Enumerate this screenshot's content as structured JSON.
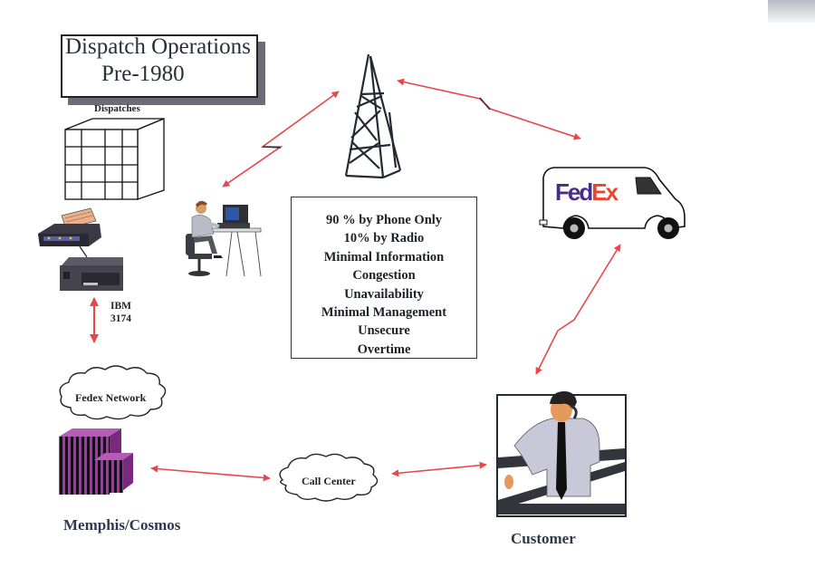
{
  "title": {
    "line1": "Dispatch Operations",
    "line2": "Pre-1980"
  },
  "labels": {
    "dispatches": "Dispatches",
    "ibm_line1": "IBM",
    "ibm_line2": "3174",
    "fedex_network": "Fedex Network",
    "call_center": "Call Center",
    "memphis": "Memphis/Cosmos",
    "customer": "Customer"
  },
  "van_logo": {
    "fed": "Fed",
    "ex": "Ex",
    "fed_color": "#4b2a8c",
    "ex_color": "#e8452f"
  },
  "info_box": {
    "lines": [
      "90 %  by Phone Only",
      "10% by Radio",
      "Minimal Information",
      "Congestion",
      "Unavailability",
      "Minimal Management",
      "Unsecure",
      "Overtime"
    ]
  },
  "colors": {
    "arrow": "#e8464a",
    "label_navy": "#2d3a4e",
    "server_purple": "#8a2b8e"
  },
  "connections": [
    {
      "from": "dispatcher",
      "to": "radio-tower",
      "type": "wireless"
    },
    {
      "from": "radio-tower",
      "to": "fedex-van",
      "type": "wireless"
    },
    {
      "from": "fedex-van",
      "to": "customer",
      "type": "wireless"
    },
    {
      "from": "customer",
      "to": "call-center",
      "type": "wired"
    },
    {
      "from": "call-center",
      "to": "memphis-cosmos",
      "type": "wired"
    },
    {
      "from": "ibm-3174",
      "to": "fedex-network",
      "type": "wired"
    }
  ]
}
